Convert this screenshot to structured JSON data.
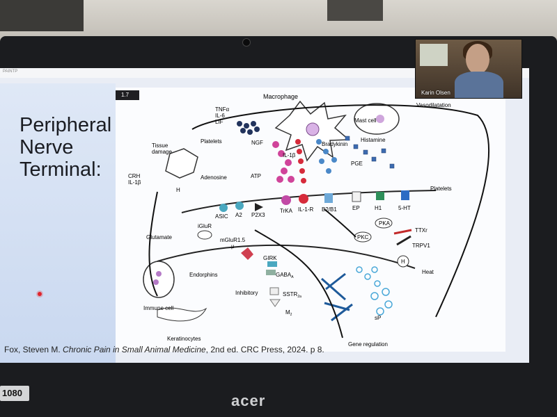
{
  "slide": {
    "title": "Peripheral\nNerve\nTerminal:",
    "citation_prefix": "Fox, Steven M. ",
    "citation_title": "Chronic Pain in Small Animal Medicine",
    "citation_suffix": ", 2nd ed.  CRC Press, 2024. p 8.",
    "topbar": "PAINTP"
  },
  "figure": {
    "badge": "1.7",
    "labels": {
      "macrophage": "Macrophage",
      "cytokines": "TNFα\nIL-6\nLIF",
      "mast_cell": "Mast cell",
      "vasodilatation": "Vasodilatation",
      "tissue_damage": "Tissue\ndamage",
      "platelets_left": "Platelets",
      "ngf": "NGF",
      "il1b": "IL-1β",
      "bradykinin": "Bradykinin",
      "histamine": "Histamine",
      "pge": "PGE",
      "crh": "CRH\nIL-1β",
      "adenosine": "Adenosine",
      "atp": "ATP",
      "h_left": "H",
      "asic": "ASIC",
      "a2": "A2",
      "p2x3": "P2X3",
      "trka": "TrKA",
      "il1r": "IL-1-R",
      "b2b1": "B2/B1",
      "ep": "EP",
      "h1": "H1",
      "ht5": "5-HT",
      "platelets_right": "Platelets",
      "glutamate": "Glutamate",
      "iglur": "iGluR",
      "mglur": "mGluR1.5\nμ",
      "pka": "PKA",
      "pkc": "PKC",
      "ttxr": "TTXr",
      "trpv1": "TRPV1",
      "h_right": "H",
      "heat": "Heat",
      "girk": "GIRK",
      "endorphins": "Endorphins",
      "gaba": "GABAA",
      "inhibitory": "Inhibitory",
      "sstr": "SSTR2a",
      "m2": "M2",
      "immune_cell": "Immune cell",
      "keratinocytes": "Keratinocytes",
      "sp": "sP",
      "gene_regulation": "Gene regulation"
    }
  },
  "video": {
    "name": "Karin Olsen"
  },
  "laptop": {
    "brand": "acer",
    "badge": "1080"
  },
  "colors": {
    "slide_panel": "#d4e0f3",
    "figure_bg": "#fbfcfe",
    "bezel": "#1b1c1f"
  }
}
